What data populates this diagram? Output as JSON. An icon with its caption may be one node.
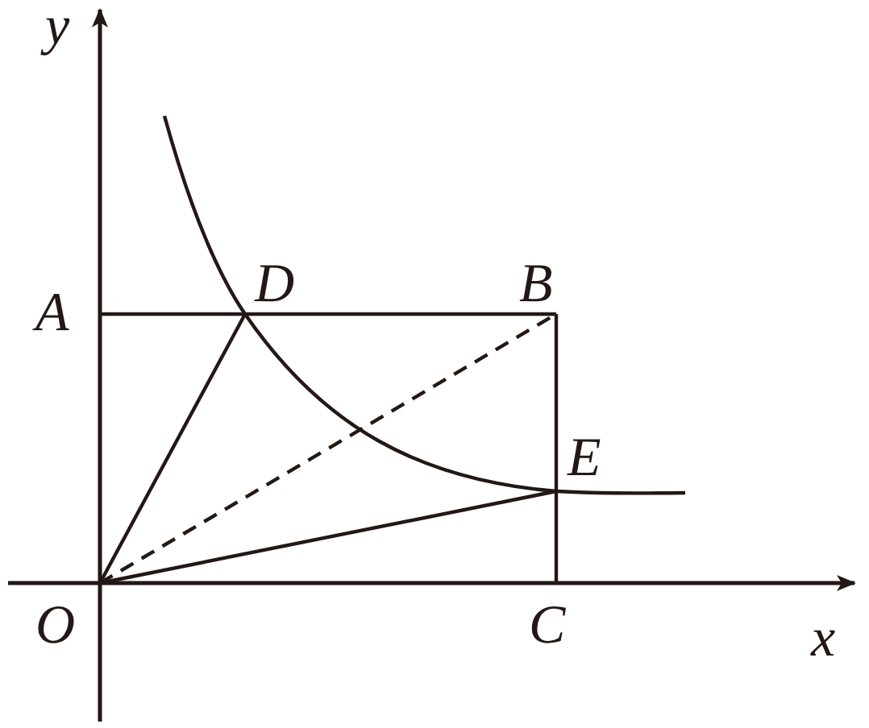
{
  "diagram": {
    "labels": [
      "y",
      "A",
      "D",
      "B",
      "E",
      "O",
      "C",
      "x"
    ]
  }
}
